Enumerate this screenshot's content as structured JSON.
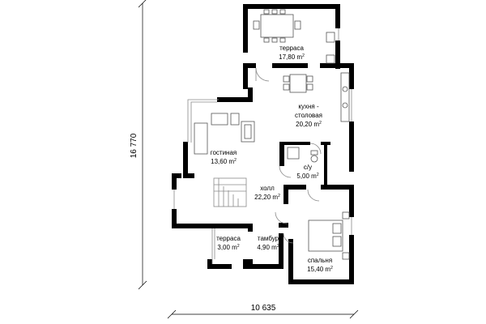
{
  "rooms": [
    {
      "name": "терраса",
      "area": "17,80 m",
      "sup": "2"
    },
    {
      "name": "кухня - столовая",
      "name_line1": "кухня -",
      "name_line2": "столовая",
      "area": "20,20 m",
      "sup": "2"
    },
    {
      "name": "гостиная",
      "area": "13,60 m",
      "sup": "2"
    },
    {
      "name": "с/у",
      "area": "5,00 m",
      "sup": "2"
    },
    {
      "name": "холл",
      "area": "22,20 m",
      "sup": "2"
    },
    {
      "name": "терраса",
      "area": "3,00 m",
      "sup": "2"
    },
    {
      "name": "тамбур",
      "area": "4,90 m",
      "sup": "2"
    },
    {
      "name": "спальня",
      "area": "15,40 m",
      "sup": "2"
    }
  ],
  "dimensions": {
    "height": "16 770",
    "width": "10 635"
  }
}
